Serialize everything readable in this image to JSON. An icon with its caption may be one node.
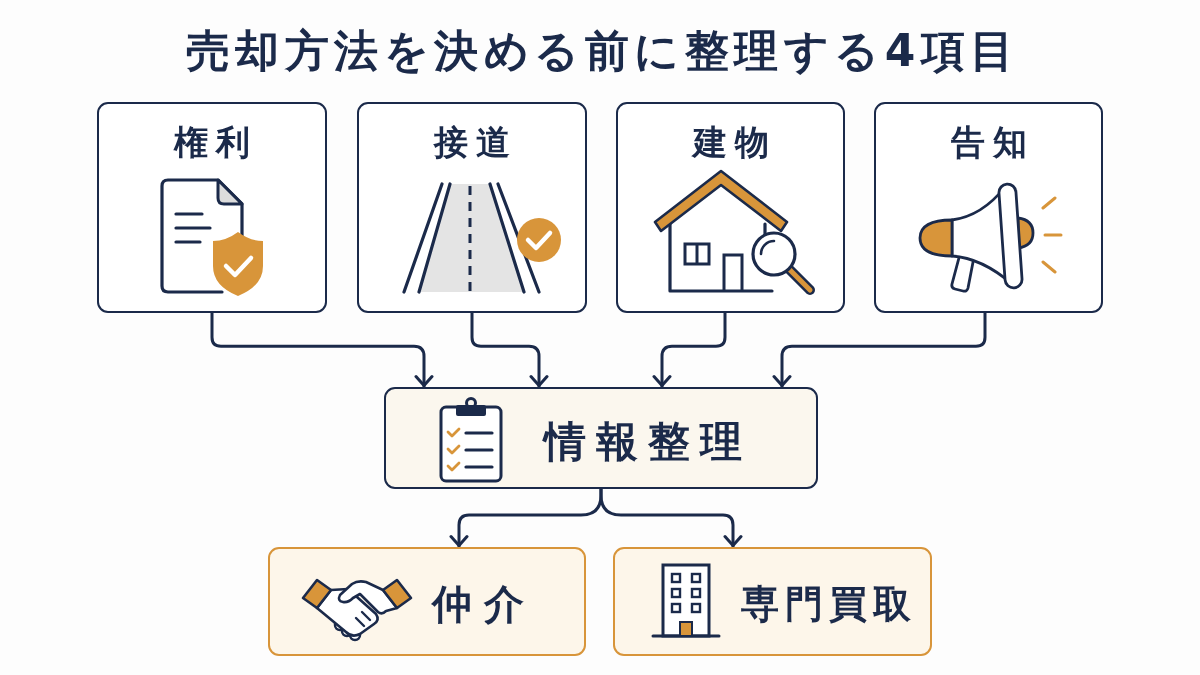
{
  "diagram": {
    "title": "売却方法を決める前に整理する4項目",
    "nodes": [
      {
        "text": [
          "権利"
        ]
      },
      {
        "text": [
          "接道"
        ]
      },
      {
        "text": [
          "建物"
        ]
      },
      {
        "text": [
          "告知"
        ]
      },
      {
        "text": [
          "情報整理"
        ]
      },
      {
        "text": [
          "仲介"
        ]
      },
      {
        "text": [
          "専門買取"
        ]
      }
    ],
    "edges": [
      {
        "from": 0,
        "to": 4,
        "arrow": "to"
      },
      {
        "from": 1,
        "to": 4,
        "arrow": "to"
      },
      {
        "from": 2,
        "to": 4,
        "arrow": "to"
      },
      {
        "from": 3,
        "to": 4,
        "arrow": "to"
      },
      {
        "from": 4,
        "to": 5,
        "arrow": "to"
      },
      {
        "from": 4,
        "to": 6,
        "arrow": "to"
      }
    ]
  }
}
